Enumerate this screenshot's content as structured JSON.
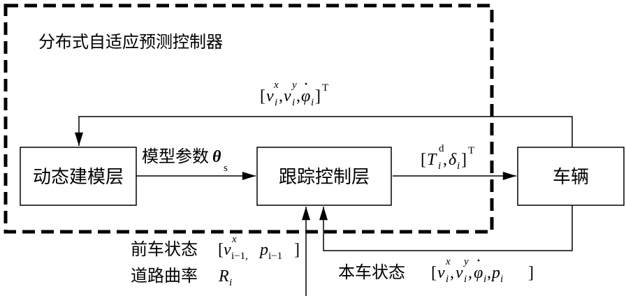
{
  "controller_title": "分布式自适应预测控制器",
  "blocks": {
    "dynamic_modeling": "动态建模层",
    "tracking_control": "跟踪控制层",
    "vehicle": "车辆"
  },
  "signals": {
    "feedback_top": {
      "open": "[",
      "v": "v",
      "i": "i",
      "x": "x",
      "y": "y",
      "comma": ",",
      "phi": "φ",
      "dot": "·",
      "close": "]",
      "T": "T"
    },
    "model_params": {
      "label": "模型参数",
      "theta": "θ",
      "sub": "s"
    },
    "control_output": {
      "open": "[",
      "T": "T",
      "i": "i",
      "d": "d",
      "comma": ",",
      "delta": "δ",
      "close": "]",
      "sup": "T"
    },
    "preceding_state": {
      "label": "前车状态",
      "open": "[",
      "v": "v",
      "x": "x",
      "sub1": "i−1,",
      "p": "p",
      "sub2": "i−1",
      "close": "]"
    },
    "road_curvature": {
      "label": "道路曲率",
      "R": "R",
      "i": "i"
    },
    "ego_state": {
      "label": "本车状态",
      "open": "[",
      "v": "v",
      "i": "i",
      "x": "x",
      "y": "y",
      "comma": ",",
      "phi": "φ",
      "p": "p",
      "close": "]"
    }
  }
}
